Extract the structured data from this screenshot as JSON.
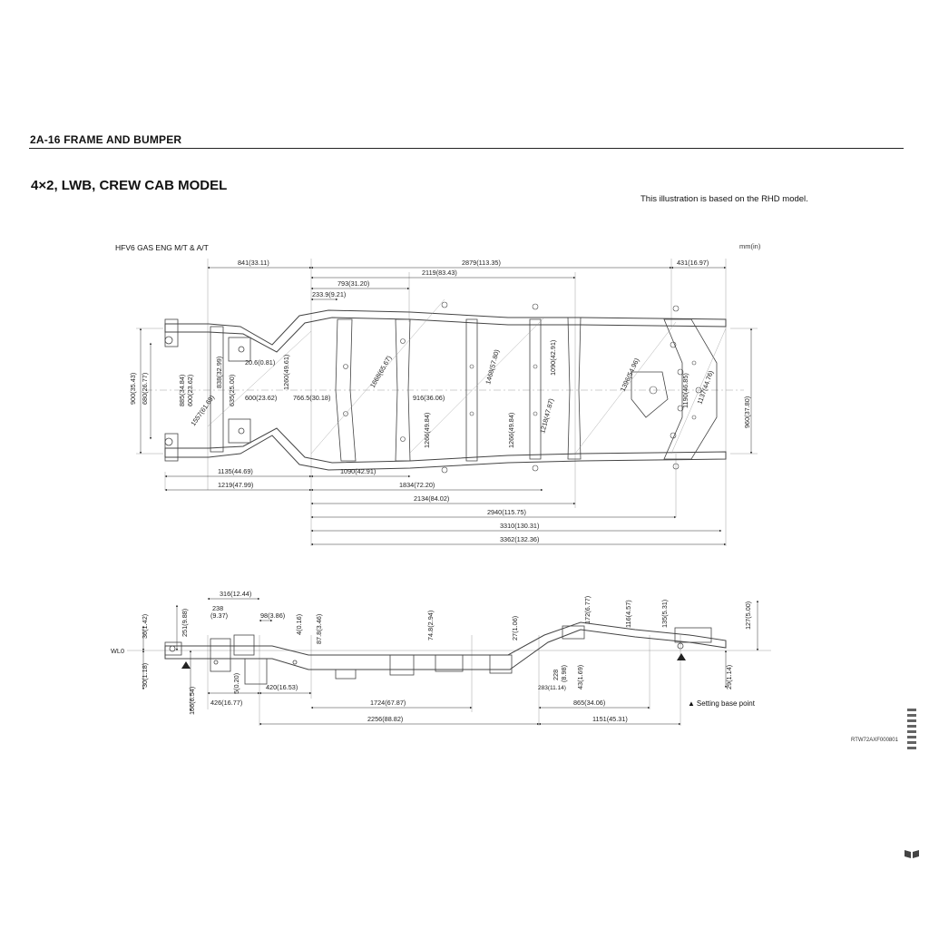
{
  "header": {
    "section_title": "2A-16  FRAME AND BUMPER"
  },
  "model_title": "4×2, LWB, CREW CAB MODEL",
  "rhd_note": "This illustration is based on the RHD model.",
  "engine_label": "HFV6 GAS ENG M/T & A/T",
  "unit_label": "mm(in)",
  "reference_code": "RTW72AXF000801",
  "legend": {
    "symbol": "▲",
    "label": "Setting base point"
  },
  "top_view": {
    "horizontal_dims": {
      "h841": "841(33.11)",
      "h2879": "2879(113.35)",
      "h431": "431(16.97)",
      "h2119": "2119(83.43)",
      "h793": "793(31.20)",
      "h233": "233.9(9.21)",
      "h20": "20.6(0.81)",
      "h600": "600(23.62)",
      "h766": "766.5(30.18)",
      "h916": "916(36.06)",
      "h1135": "1135(44.69)",
      "h1090b": "1090(42.91)",
      "h1219": "1219(47.99)",
      "h1834": "1834(72.20)",
      "h2134": "2134(84.02)",
      "h2940": "2940(115.75)",
      "h3310": "3310(130.31)",
      "h3362": "3362(132.36)"
    },
    "vertical_dims": {
      "v900": "900(35.43)",
      "v680": "680(26.77)",
      "v885": "885(34.84)",
      "v600b": "600(23.62)",
      "v838": "838(32.99)",
      "v635": "635(25.00)",
      "v1260": "1260(49.61)",
      "v1557": "1557(61.69)",
      "v1668": "1668(65.67)",
      "v1266a": "1266(49.84)",
      "v1468": "1468(57.80)",
      "v1266b": "1266(49.84)",
      "v1090": "1090(42.91)",
      "v1218": "1218(47.87)",
      "v1396": "1396(54.96)",
      "v1190": "1190(46.85)",
      "v1137": "1137(44.76)",
      "v960": "960(37.80)"
    }
  },
  "side_view": {
    "wl0": "WL0",
    "dims": {
      "s316": "316(12.44)",
      "s238": "238",
      "s937": "(9.37)",
      "s98": "98(3.86)",
      "s016": "4(0.16)",
      "s878": "87.8(3.46)",
      "s748": "74.8(2.94)",
      "s27": "27(1.06)",
      "s172": "172(6.77)",
      "s116": "116(4.57)",
      "s135": "135(5.31)",
      "s127": "127(5.00)",
      "s36": "36(1.42)",
      "s251": "251(9.88)",
      "s30": "30(1.18)",
      "s166": "166(6.54)",
      "s5": "5(0.20)",
      "s426": "426(16.77)",
      "s420": "420(16.53)",
      "s1724": "1724(67.87)",
      "s2256": "2256(88.82)",
      "s228": "228",
      "s898": "(8.98)",
      "s43": "43(1.69)",
      "s283": "283(11.14)",
      "s865": "865(34.06)",
      "s1151": "1151(45.31)",
      "s29": "29(1.14)"
    }
  }
}
